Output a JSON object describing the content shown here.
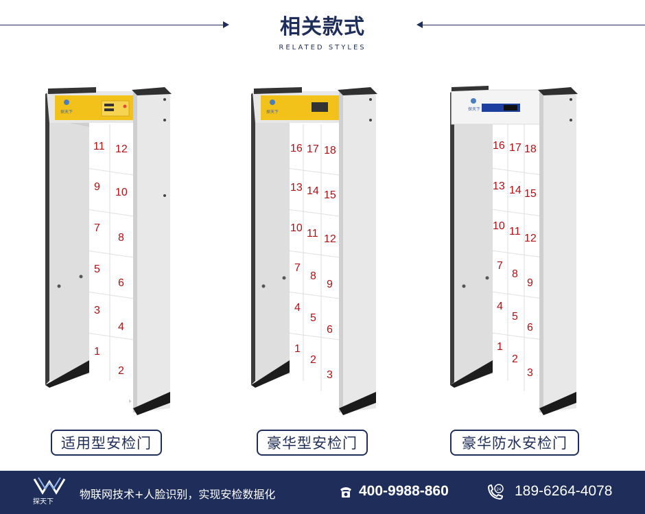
{
  "header": {
    "title": "相关款式",
    "subtitle": "RELATED STYLES"
  },
  "products": [
    {
      "caption": "适用型安检门",
      "panel_style": "yellow",
      "zones_left": [
        "11",
        "9",
        "7",
        "5",
        "3",
        "1"
      ],
      "zones_right": [
        "12",
        "10",
        "8",
        "6",
        "4",
        "2"
      ]
    },
    {
      "caption": "豪华型安检门",
      "panel_style": "yellow",
      "zones_col1": [
        "16",
        "13",
        "10",
        "7",
        "4",
        "1"
      ],
      "zones_col2": [
        "17",
        "14",
        "11",
        "8",
        "5",
        "2"
      ],
      "zones_col3": [
        "18",
        "15",
        "12",
        "9",
        "6",
        "3"
      ]
    },
    {
      "caption": "豪华防水安检门",
      "panel_style": "white",
      "zones_col1": [
        "16",
        "13",
        "10",
        "7",
        "4",
        "1"
      ],
      "zones_col2": [
        "17",
        "14",
        "11",
        "8",
        "5",
        "2"
      ],
      "zones_col3": [
        "18",
        "15",
        "12",
        "9",
        "6",
        "3"
      ]
    }
  ],
  "footer": {
    "logo_text": "探天下",
    "slogan": "物联网技术+人脸识别，实现安检数据化",
    "phone_icon": "telephone-icon",
    "phone": "400-9988-860",
    "mobile_icon": "24h-phone-icon",
    "mobile": "189-6264-4078"
  },
  "colors": {
    "navy": "#1f2d5a",
    "zone_number": "#b40f14",
    "panel_yellow": "#f2c21b",
    "gate_gray": "#e3e3e3"
  }
}
